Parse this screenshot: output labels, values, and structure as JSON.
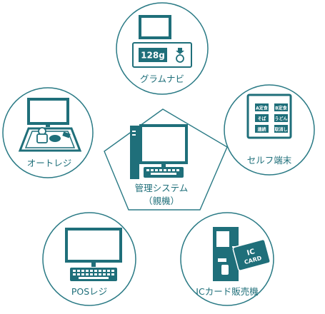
{
  "center": {
    "label_line1": "管理システム",
    "label_line2": "（親機）"
  },
  "nodes": {
    "gram_navi": {
      "label": "グラムナビ",
      "display": "128g"
    },
    "self_terminal": {
      "label": "セルフ端末",
      "keys": [
        "A定食",
        "B定食",
        "そば",
        "うどん",
        "連続",
        "取消し"
      ]
    },
    "ic_card": {
      "label": "ICカード販売機",
      "card_line1": "IC",
      "card_line2": "CARD"
    },
    "pos_register": {
      "label": "POSレジ"
    },
    "auto_register": {
      "label": "オートレジ"
    }
  },
  "colors": {
    "teal": "#1f6f7a",
    "line": "#2a7a85",
    "keypad": "#1f6f7a"
  }
}
